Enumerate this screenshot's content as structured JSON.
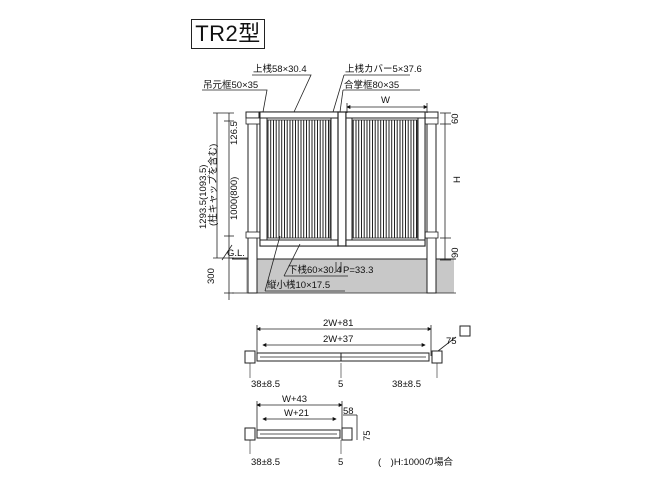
{
  "title": "TR2型",
  "labels": {
    "top_rail": "上桟58×30.4",
    "top_rail_cover": "上桟カバー5×37.6",
    "hinge_frame": "吊元框50×35",
    "meeting_frame": "合掌框80×35",
    "width": "W",
    "dim_60": "60",
    "dim_126_5": "126.5",
    "height_total": "1293.5(1093.5)",
    "cap_note": "(柱キャップを含む)",
    "inner_height": "1000(800)",
    "height": "H",
    "gl": "G.L.",
    "dim_90": "90",
    "dim_300": "300",
    "bottom_rail": "下桟60×30.4",
    "pitch": "P=33.3",
    "vertical_bar": "縦小桟10×17.5"
  },
  "plan_double": {
    "overall": "2W+81",
    "inner": "2W+37",
    "post": "75",
    "left_offset": "38±8.5",
    "center": "5",
    "right_offset": "38±8.5"
  },
  "plan_single": {
    "overall": "W+43",
    "inner": "W+21",
    "side": "58",
    "post": "75",
    "left_offset": "38±8.5",
    "center": "5"
  },
  "note": "(　)H:1000の場合"
}
